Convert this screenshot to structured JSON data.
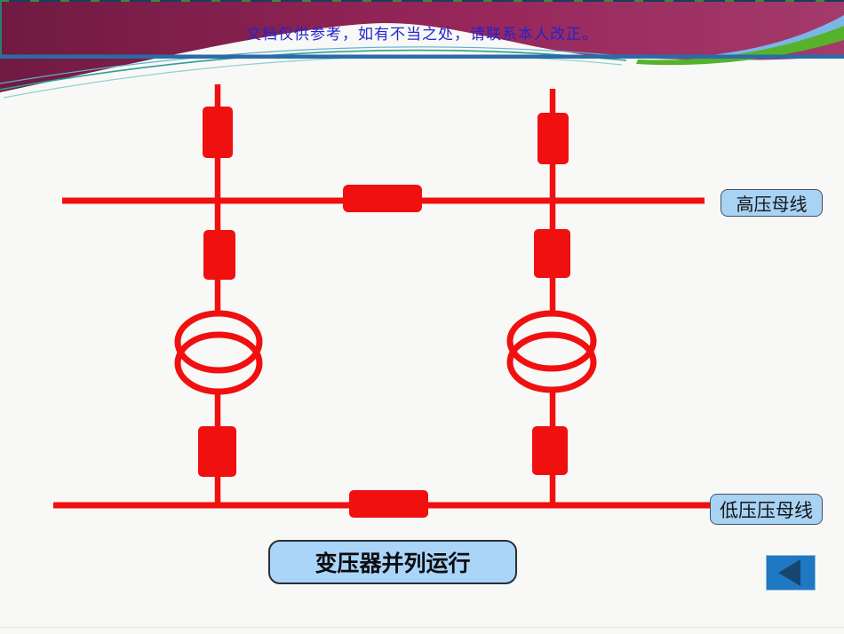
{
  "banner": {
    "disclaimer": "文档仅供参考，如有不当之处，请联系本人改正。"
  },
  "diagram": {
    "high_bus_label": "高压母线",
    "low_bus_label": "低压压母线",
    "caption": "变压器并列运行",
    "components": {
      "transformers": 2,
      "feeder_breakers": 6,
      "bus_tie_breakers": 2,
      "buses": [
        "高压母线",
        "低压压母线"
      ]
    }
  },
  "nav": {
    "back_button_icon": "back-arrow"
  },
  "colors": {
    "diagram_red": "#f01010",
    "label_fill": "#a8d3f2",
    "caption_fill": "#aad5f8",
    "banner_maroon": "#8e2052",
    "divider_blue": "#2b6ba8",
    "swoosh_green": "#56b22a",
    "swoosh_light_blue": "#7cb6e6",
    "disclaimer_blue": "#2423cf",
    "back_button_blue": "#1e78c3",
    "back_arrow_navy": "#16466f"
  }
}
